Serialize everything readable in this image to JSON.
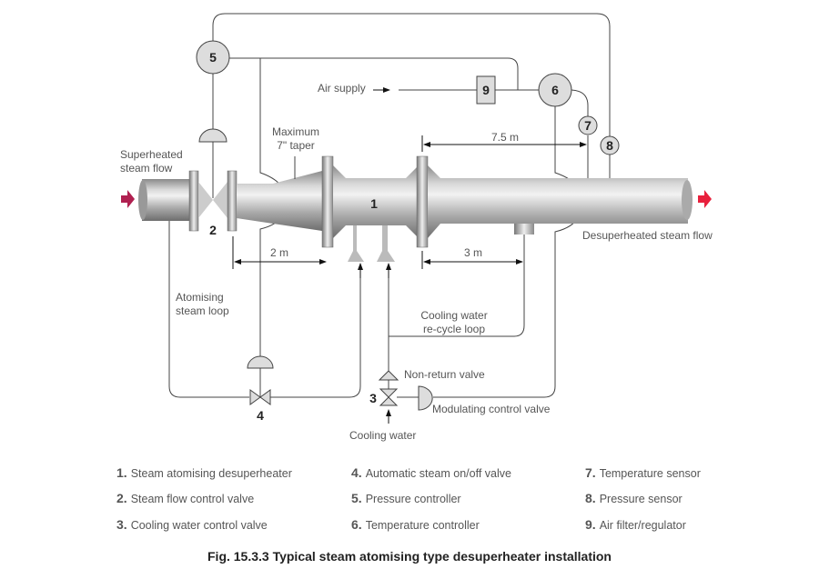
{
  "labels": {
    "superheated": [
      "Superheated",
      "steam flow"
    ],
    "maximum_taper": [
      "Maximum",
      "7\" taper"
    ],
    "air_supply": "Air supply",
    "dim_75": "7.5 m",
    "dim_2": "2 m",
    "dim_3": "3 m",
    "desuperheated": "Desuperheated steam flow",
    "atomising_loop": [
      "Atomising",
      "steam loop"
    ],
    "recycle_loop": [
      "Cooling water",
      "re-cycle loop"
    ],
    "non_return": "Non-return valve",
    "modulating": "Modulating control valve",
    "cooling_water": "Cooling water"
  },
  "tags": {
    "t1": "1",
    "t2": "2",
    "t3": "3",
    "t4": "4",
    "t5": "5",
    "t6": "6",
    "t7": "7",
    "t8": "8",
    "t9": "9"
  },
  "legend": [
    {
      "n": "1.",
      "text": "Steam atomising desuperheater"
    },
    {
      "n": "2.",
      "text": "Steam flow control valve"
    },
    {
      "n": "3.",
      "text": "Cooling water control valve"
    },
    {
      "n": "4.",
      "text": "Automatic steam on/off valve"
    },
    {
      "n": "5.",
      "text": "Pressure controller"
    },
    {
      "n": "6.",
      "text": "Temperature controller"
    },
    {
      "n": "7.",
      "text": "Temperature sensor"
    },
    {
      "n": "8.",
      "text": "Pressure sensor"
    },
    {
      "n": "9.",
      "text": "Air filter/regulator"
    }
  ],
  "caption": "Fig. 15.3.3 Typical steam atomising type desuperheater installation",
  "colors": {
    "inlet_arrow": "#b02050",
    "outlet_arrow": "#e8203c"
  }
}
